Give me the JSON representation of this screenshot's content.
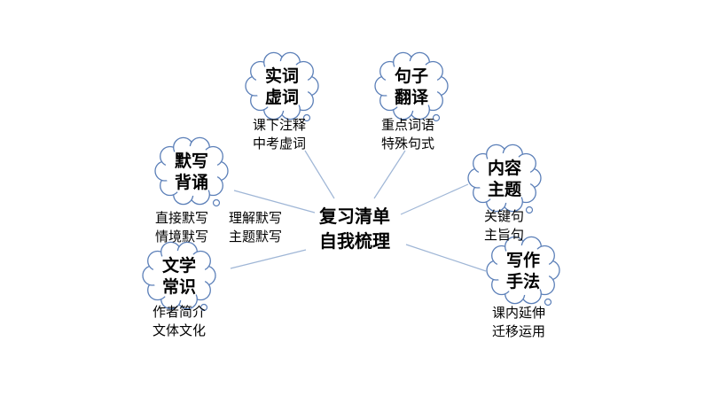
{
  "center": {
    "line1": "复习清单",
    "line2": "自我梳理"
  },
  "nodes": [
    {
      "id": "shici-xuci",
      "line1": "实词",
      "line2": "虚词",
      "details": [
        "课下注释",
        "中考虚词"
      ]
    },
    {
      "id": "juzi-fanyi",
      "line1": "句子",
      "line2": "翻译",
      "details": [
        "重点词语",
        "特殊句式"
      ]
    },
    {
      "id": "moxie-beisong",
      "line1": "默写",
      "line2": "背诵",
      "details": [
        "直接默写",
        "情境默写"
      ],
      "details2": [
        "理解默写",
        "主题默写"
      ]
    },
    {
      "id": "neirong-zhuti",
      "line1": "内容",
      "line2": "主题",
      "details": [
        "关键句",
        "主旨句"
      ]
    },
    {
      "id": "wenxue-changshi",
      "line1": "文学",
      "line2": "常识",
      "details": [
        "作者简介",
        "文体文化"
      ]
    },
    {
      "id": "xiezuo-shoufa",
      "line1": "写作",
      "line2": "手法",
      "details": [
        "课内延伸",
        "迁移运用"
      ]
    }
  ],
  "colors": {
    "cloud_stroke": "#5b7fb8",
    "cloud_fill": "#ffffff",
    "connector": "#9fb6d6"
  }
}
